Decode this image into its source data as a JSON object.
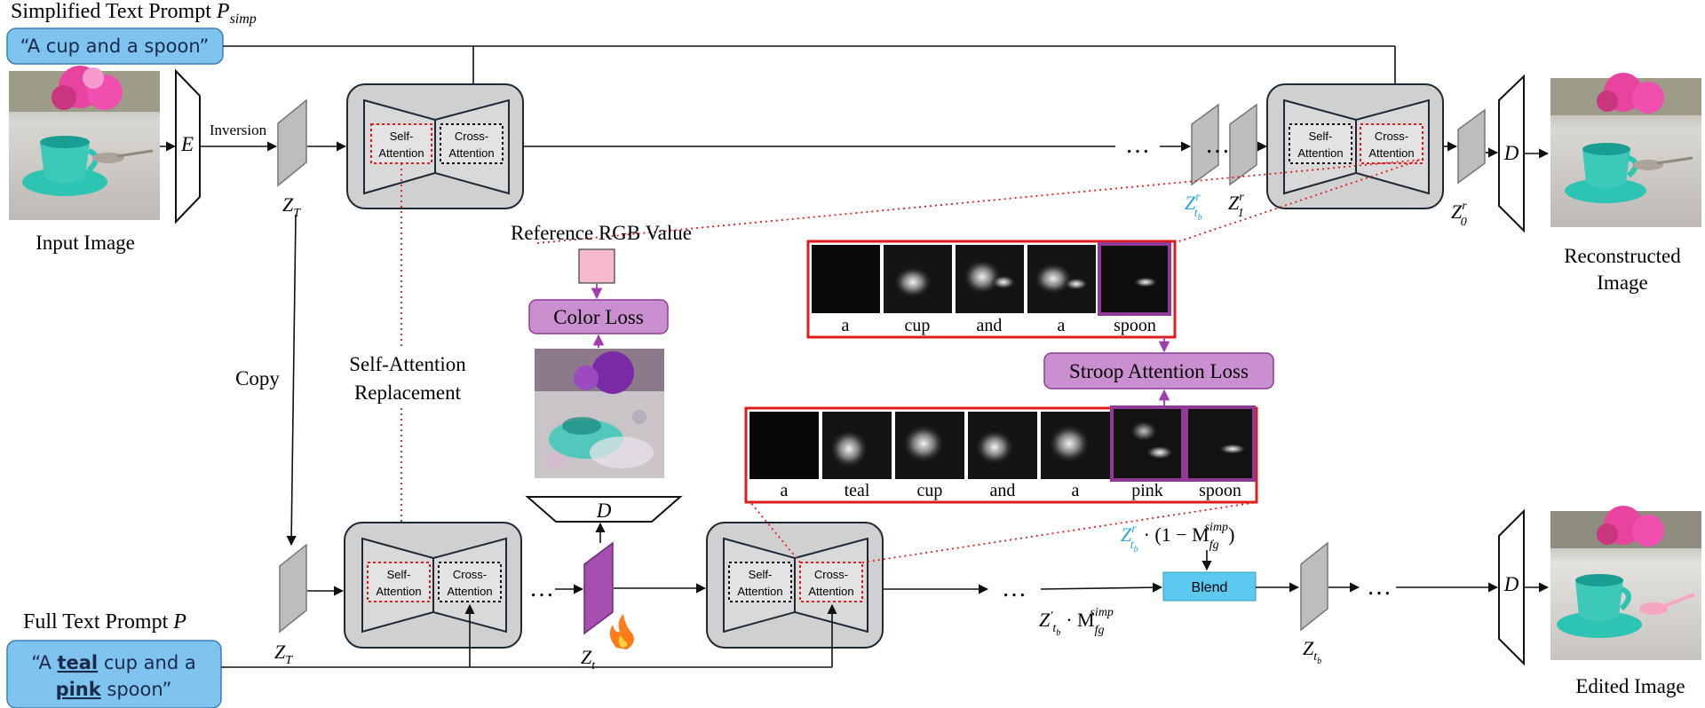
{
  "colors": {
    "prompt_box": "#7ec4ef",
    "prompt_border": "#3a7fb8",
    "unet_bg": "#d0d0d0",
    "loss_box": "#c98fcf",
    "loss_border": "#8e3a96",
    "latent_gray": "#bdbdbd",
    "latent_purple": "#a54fb0",
    "blend_box": "#5ac8ef",
    "red_dotted": "#e01b1b",
    "purple_line": "#a23ab0",
    "cyan_text": "#2aa6e0",
    "swatch_pink": "#f6b9cf"
  },
  "labels": {
    "simplified_prompt_title": "Simplified  Text Prompt ",
    "simplified_prompt_title_var": "P",
    "simplified_prompt_title_sub": "simp",
    "simplified_prompt_text": "“A cup and a spoon”",
    "input_image": "Input Image",
    "encoder": "E",
    "inversion": "Inversion",
    "z_T": "Z",
    "z_T_sub": "T",
    "copy": "Copy",
    "self_attention_replacement_1": "Self-Attention",
    "self_attention_replacement_2": "Replacement",
    "reference_rgb": "Reference RGB Value",
    "color_loss": "Color Loss",
    "decoder": "D",
    "z_t": "Z",
    "z_t_sub": "t",
    "stroop_loss": "Stroop Attention Loss",
    "reconstructed_1": "Reconstructed",
    "reconstructed_2": "Image",
    "edited_image": "Edited Image",
    "full_prompt_title": "Full Text Prompt ",
    "full_prompt_title_var": "P",
    "full_prompt_line1_pre": "“A ",
    "full_prompt_line1_teal": "teal",
    "full_prompt_line1_post": " cup and a",
    "full_prompt_line2_pink": "pink",
    "full_prompt_line2_post": " spoon”",
    "blend": "Blend",
    "ellipsis": "…",
    "z_tb_r": "Z",
    "z_1_r": "Z",
    "z_0_r": "Z",
    "z_tb": "Z",
    "z_tb_prime": "Z",
    "mask_term_1": "· (1 − M",
    "mask_term_1_close": ")",
    "mask_term_2": "· M",
    "fg": "fg",
    "simp": "simp",
    "r": "r",
    "t": "t",
    "b": "b",
    "one": "1",
    "zero": "0",
    "prime": "′"
  },
  "unet": {
    "self_attention_1": "Self-",
    "self_attention_2": "Attention",
    "cross_attention_1": "Cross-",
    "cross_attention_2": "Attention"
  },
  "attention_maps_top": [
    "a",
    "cup",
    "and",
    "a",
    "spoon"
  ],
  "attention_maps_bottom": [
    "a",
    "teal",
    "cup",
    "and",
    "a",
    "pink",
    "spoon"
  ]
}
